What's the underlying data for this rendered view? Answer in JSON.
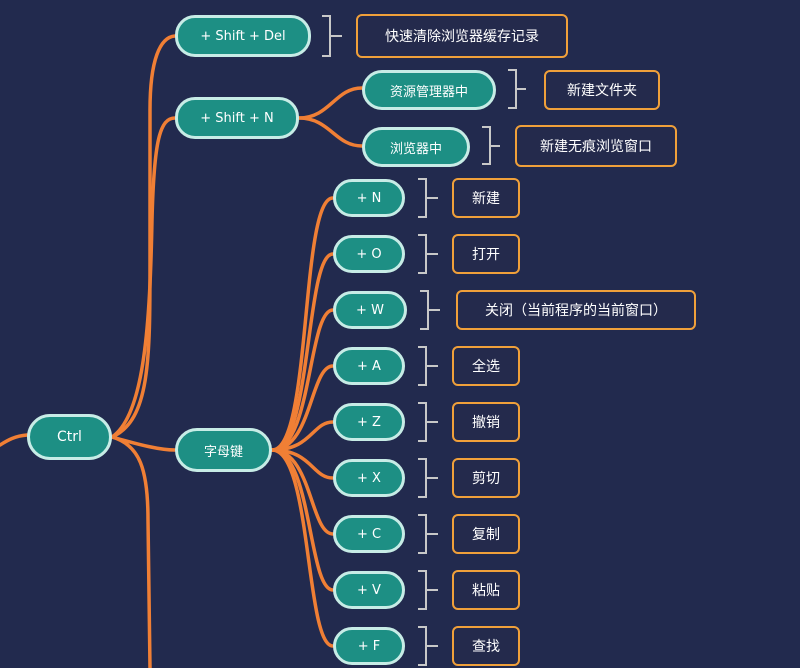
{
  "mindmap": {
    "root": {
      "label": "Ctrl"
    },
    "branches": [
      {
        "key": "+ Shift + Del",
        "desc": "快速清除浏览器缓存记录"
      },
      {
        "key": "+ Shift + N",
        "children": [
          {
            "key": "资源管理器中",
            "desc": "新建文件夹"
          },
          {
            "key": "浏览器中",
            "desc": "新建无痕浏览窗口"
          }
        ]
      },
      {
        "key": "字母键",
        "children": [
          {
            "key": "+ N",
            "desc": "新建"
          },
          {
            "key": "+ O",
            "desc": "打开"
          },
          {
            "key": "+ W",
            "desc": "关闭（当前程序的当前窗口）"
          },
          {
            "key": "+ A",
            "desc": "全选"
          },
          {
            "key": "+ Z",
            "desc": "撤销"
          },
          {
            "key": "+ X",
            "desc": "剪切"
          },
          {
            "key": "+ C",
            "desc": "复制"
          },
          {
            "key": "+ V",
            "desc": "粘贴"
          },
          {
            "key": "+ F",
            "desc": "查找"
          }
        ]
      }
    ]
  },
  "colors": {
    "background": "#222a4e",
    "link": "#f07f35",
    "node_fill": "#1d8f84",
    "node_border": "#c7ece6",
    "leaf_border": "#f0a03a",
    "bracket": "#c8c8c8"
  }
}
